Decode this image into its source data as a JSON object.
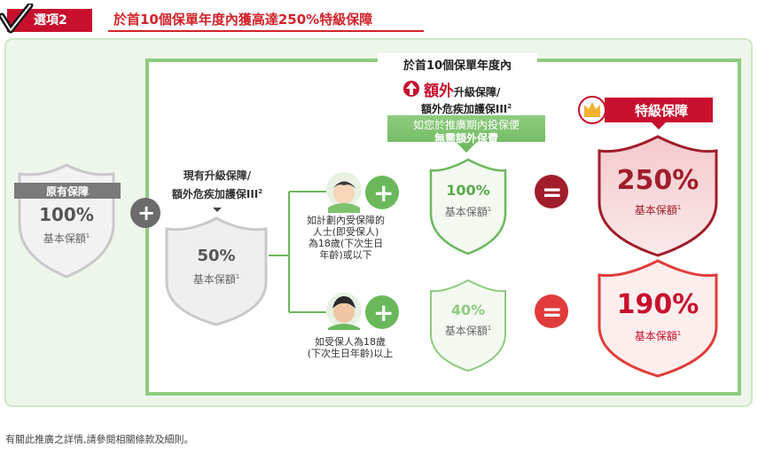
{
  "header": {
    "option_label": "選項2",
    "title": "於首10個保單年度內獲高達250%特級保障"
  },
  "original": {
    "title": "原有保障",
    "percent": "100%",
    "label": "基本保額",
    "sup": "1"
  },
  "existing": {
    "title_line1": "現有升級保障/",
    "title_line2": "額外危疾加護保III",
    "title_sup": "2",
    "percent": "50%",
    "label": "基本保額",
    "sup": "1"
  },
  "extra": {
    "line1": "於首10個保單年度內",
    "highlight": "額外",
    "line2_rest": "升級保障/",
    "line3": "額外危疾加護保III",
    "line3_sup": "2",
    "banner_line1": "如您於推廣期內投保便",
    "banner_line2": "無需額外保費"
  },
  "child_case": {
    "desc_line1": "如計劃內受保障的",
    "desc_line2": "人士(即受保人)",
    "desc_line3": "為18歲(下次生日",
    "desc_line4": "年齡)或以下",
    "extra_percent": "100%",
    "extra_label": "基本保額",
    "extra_sup": "1",
    "total_percent": "250%",
    "total_label": "基本保額",
    "total_sup": "1"
  },
  "adult_case": {
    "desc_line1": "如受保人為18歲",
    "desc_line2": "(下次生日年齡)以上",
    "extra_percent": "40%",
    "extra_label": "基本保額",
    "extra_sup": "1",
    "total_percent": "190%",
    "total_label": "基本保額",
    "total_sup": "1"
  },
  "special": {
    "title": "特級保障"
  },
  "symbols": {
    "plus": "+",
    "equals": "="
  },
  "footer": {
    "note": "有關此推廣之詳情,請參閱相關條款及細則。"
  },
  "colors": {
    "brand_red": "#c8102e",
    "accent_green": "#6bb85c",
    "grey": "#7a7a7a",
    "light_green_bg": "#eef6ec"
  },
  "icons": [
    "checkmark-icon",
    "crown-icon",
    "up-arrow-icon",
    "child-avatar-icon",
    "adult-avatar-icon",
    "plus-icon",
    "equals-icon",
    "shield-icon"
  ]
}
